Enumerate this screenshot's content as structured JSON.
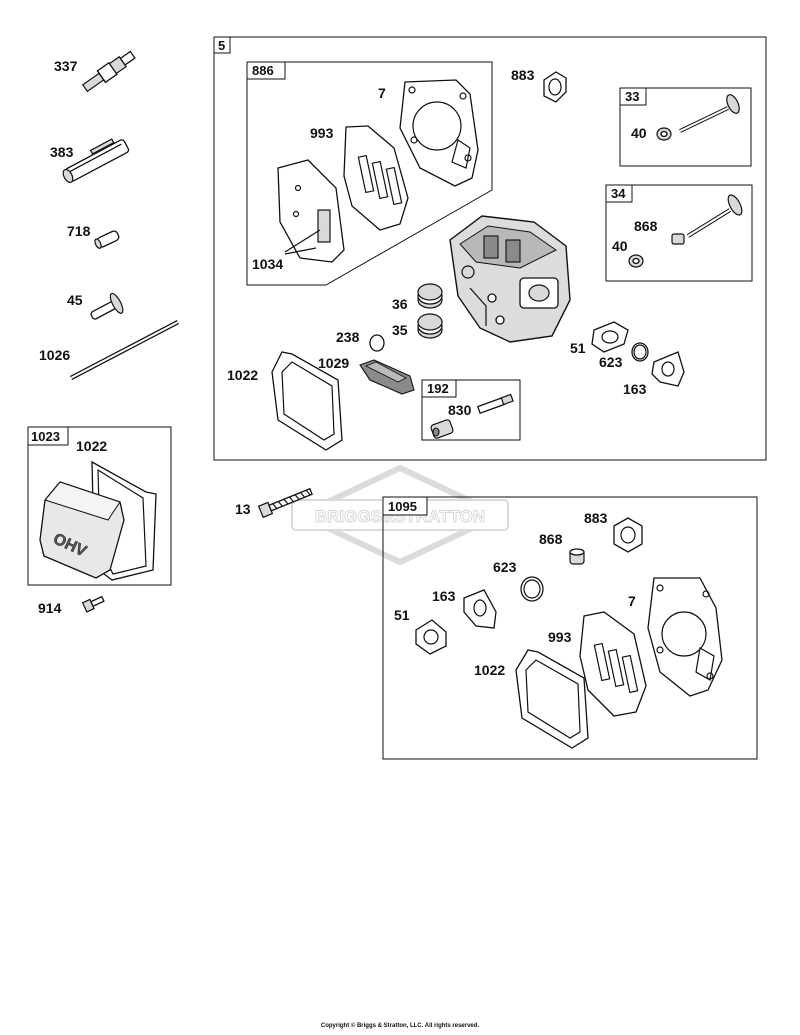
{
  "watermark": "BRIGGS&STRATTON",
  "copyright": "Copyright © Briggs & Stratton, LLC. All rights reserved.",
  "cover_embossing": "OHV",
  "box_labels": {
    "main": "5",
    "gasket_set": "886",
    "intake_valve": "33",
    "exhaust_valve": "34",
    "rocker_stud": "192",
    "cover_assy": "1023",
    "gasket_kit": "1095"
  },
  "part_labels": {
    "p337": "337",
    "p383": "383",
    "p718": "718",
    "p45": "45",
    "p1026": "1026",
    "p1022_cover": "1022",
    "p914": "914",
    "p13": "13",
    "p883": "883",
    "p7": "7",
    "p993": "993",
    "p1034": "1034",
    "p40_intake": "40",
    "p868": "868",
    "p40_exhaust": "40",
    "p36": "36",
    "p35": "35",
    "p238": "238",
    "p1022_main": "1022",
    "p1029": "1029",
    "p830": "830",
    "p51": "51",
    "p623": "623",
    "p163": "163",
    "k883": "883",
    "k868": "868",
    "k623": "623",
    "k163": "163",
    "k51": "51",
    "k7": "7",
    "k993": "993",
    "k1022": "1022"
  }
}
